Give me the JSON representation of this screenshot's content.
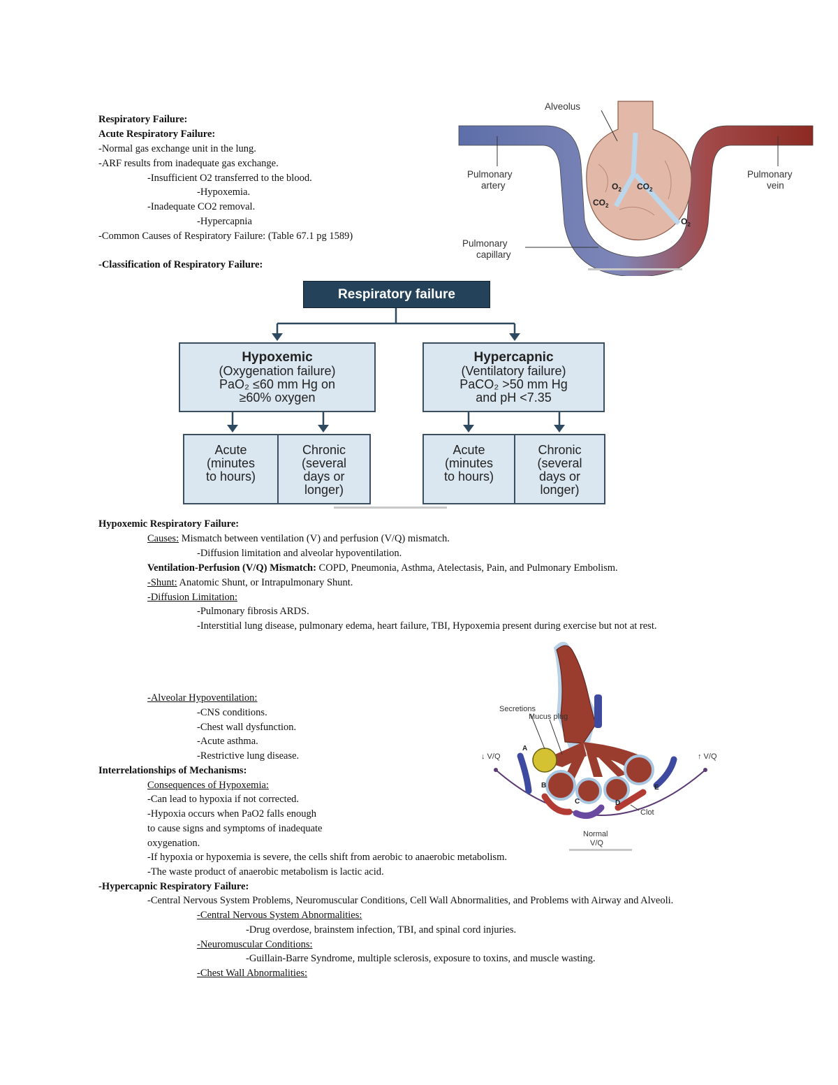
{
  "heading": {
    "title": "Respiratory Failure:",
    "subtitle": "Acute Respiratory Failure:"
  },
  "intro": [
    "-Normal gas exchange unit in the lung.",
    "-ARF results from inadequate gas exchange.",
    "-Insufficient O2 transferred to the blood.",
    "-Hypoxemia.",
    "-Inadequate CO2 removal.",
    "-Hypercapnia",
    "-Common Causes of Respiratory Failure: (Table 67.1 pg 1589)"
  ],
  "classification_heading": "-Classification of Respiratory Failure:",
  "alveolus_figure": {
    "alveolus": "Alveolus",
    "artery": [
      "Pulmonary",
      "artery"
    ],
    "vein": [
      "Pulmonary",
      "vein"
    ],
    "capillary": [
      "Pulmonary",
      "capillary"
    ],
    "o2": "O",
    "co2": "CO",
    "sub2": "2"
  },
  "flowchart": {
    "root": "Respiratory failure",
    "left": {
      "title": "Hypoxemic",
      "lines": [
        "(Oxygenation failure)",
        "PaO₂ ≤60 mm Hg on",
        "≥60% oxygen"
      ]
    },
    "right": {
      "title": "Hypercapnic",
      "lines": [
        "(Ventilatory failure)",
        "PaCO₂ >50 mm Hg",
        "and pH <7.35"
      ]
    },
    "acute": [
      "Acute",
      "(minutes",
      "to hours)"
    ],
    "chronic": [
      "Chronic",
      "(several",
      "days or",
      "longer)"
    ]
  },
  "hypoxemic_section": {
    "heading": "Hypoxemic Respiratory Failure:",
    "causes_label": "Causes:",
    "causes_text": " Mismatch between ventilation (V) and perfusion (V/Q) mismatch.",
    "diffusion_alv": "-Diffusion limitation and alveolar hypoventilation.",
    "vq_label": "Ventilation-Perfusion (V/Q) Mismatch:",
    "vq_text": " COPD, Pneumonia, Asthma, Atelectasis, Pain, and Pulmonary Embolism.",
    "shunt_label": "-Shunt:",
    "shunt_text": " Anatomic Shunt, or Intrapulmonary Shunt.",
    "diffusion_label": "-Diffusion Limitation:",
    "diffusion_items": [
      "-Pulmonary fibrosis ARDS.",
      "-Interstitial lung disease, pulmonary edema, heart failure, TBI, Hypoxemia present during exercise but not at rest."
    ],
    "alveolar_label": "-Alveolar Hypoventilation:",
    "alveolar_items": [
      "-CNS conditions.",
      "-Chest wall dysfunction.",
      "-Acute asthma.",
      "-Restrictive lung disease."
    ]
  },
  "interrelationships": {
    "heading": "Interrelationships of Mechanisms:",
    "consequences_label": "Consequences of Hypoxemia:",
    "items": [
      "-Can lead to hypoxia if not corrected.",
      "-Hypoxia occurs when PaO2 falls enough",
      "to cause signs and symptoms of inadequate",
      "oxygenation.",
      "-If hypoxia or hypoxemia is severe, the cells shift from aerobic to anaerobic metabolism.",
      "-The waste product of anaerobic metabolism is lactic acid."
    ]
  },
  "vq_figure": {
    "secretions": "Secretions",
    "mucus": "Mucus plug",
    "low_vq": "↓ V/Q",
    "high_vq": "↑ V/Q",
    "clot": "Clot",
    "normal": [
      "Normal",
      "V/Q"
    ],
    "letters": [
      "A",
      "B",
      "C",
      "D",
      "E"
    ]
  },
  "hypercapnic_section": {
    "heading": "-Hypercapnic Respiratory Failure:",
    "causes": "-Central Nervous System Problems, Neuromuscular Conditions, Cell Wall Abnormalities, and Problems with Airway and Alveoli.",
    "cns_label": "-Central Nervous System Abnormalities:",
    "cns_text": "-Drug overdose, brainstem infection, TBI, and spinal cord injuries.",
    "neuro_label": "-Neuromuscular Conditions:",
    "neuro_text": "-Guillain-Barre Syndrome, multiple sclerosis, exposure to toxins, and muscle wasting.",
    "chest_label": "-Chest Wall Abnormalities:"
  }
}
